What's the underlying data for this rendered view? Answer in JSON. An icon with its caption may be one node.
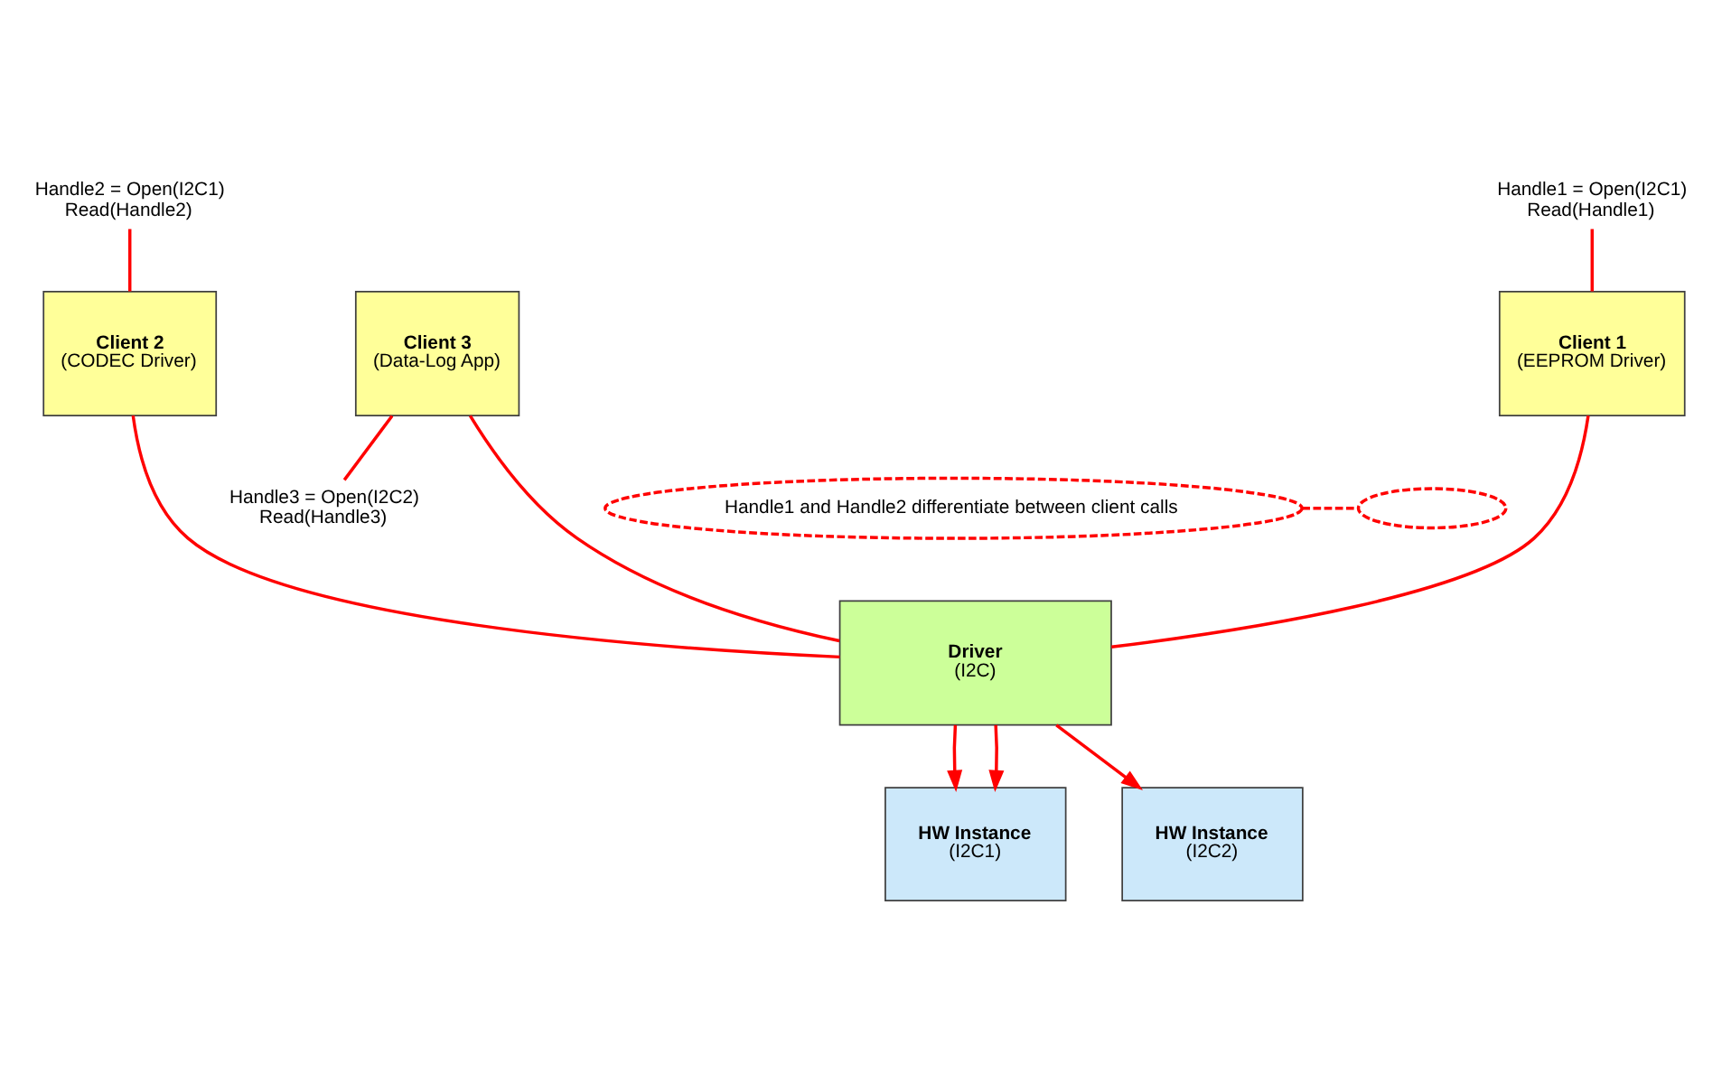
{
  "diagram": {
    "nodes": [
      {
        "text": [
          "Client 1",
          "(EEPROM Driver)"
        ]
      },
      {
        "text": [
          "Client 2",
          "(CODEC Driver)"
        ]
      },
      {
        "text": [
          "Client 3",
          "(Data-Log App)"
        ]
      },
      {
        "text": [
          "Handle1 = Open(I2C1)",
          "Read(Handle1)"
        ]
      },
      {
        "text": [
          "Handle2 = Open(I2C1)",
          "Read(Handle2)"
        ]
      },
      {
        "text": [
          "Handle3 = Open(I2C2)",
          "Read(Handle3)"
        ]
      },
      {
        "text": [
          "Handle1 and Handle2 differentiate between client calls"
        ]
      },
      {
        "text": [
          "Driver",
          "(I2C)"
        ]
      },
      {
        "text": [],
        "shape": "ellipse"
      },
      {
        "text": [
          "HW Instance",
          "(I2C1)"
        ]
      },
      {
        "text": [
          "HW Instance",
          "(I2C2)"
        ]
      }
    ],
    "edges": [
      {
        "from": 3,
        "to": 0,
        "arrow": "none"
      },
      {
        "from": 4,
        "to": 1,
        "arrow": "none"
      },
      {
        "from": 2,
        "to": 5,
        "arrow": "none"
      },
      {
        "from": 0,
        "to": 7,
        "arrow": "none"
      },
      {
        "from": 1,
        "to": 7,
        "arrow": "none"
      },
      {
        "from": 2,
        "to": 7,
        "arrow": "none"
      },
      {
        "from": 6,
        "to": 8,
        "arrow": "none",
        "style": "dashed"
      },
      {
        "from": 7,
        "to": 9,
        "arrow": "to"
      },
      {
        "from": 7,
        "to": 9,
        "arrow": "to"
      },
      {
        "from": 7,
        "to": 10,
        "arrow": "to"
      }
    ]
  }
}
